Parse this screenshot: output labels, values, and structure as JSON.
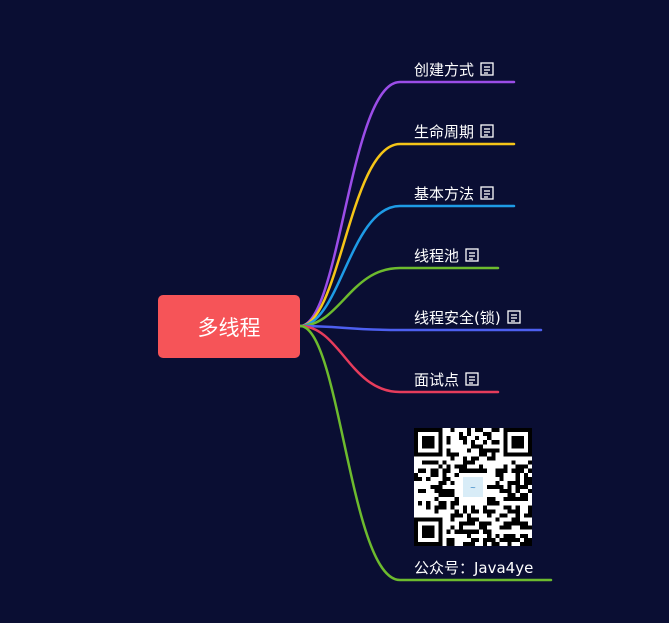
{
  "root": {
    "label": "多线程"
  },
  "branches": [
    {
      "label": "创建方式",
      "color": "#9b4de8",
      "has_note": true
    },
    {
      "label": "生命周期",
      "color": "#f5c518",
      "has_note": true
    },
    {
      "label": "基本方法",
      "color": "#1e9be6",
      "has_note": true
    },
    {
      "label": "线程池",
      "color": "#6dbb2e",
      "has_note": true
    },
    {
      "label": "线程安全(锁)",
      "color": "#4d5ff0",
      "has_note": true
    },
    {
      "label": "面试点",
      "color": "#e63c5c",
      "has_note": true
    },
    {
      "label": "公众号：Java4ye",
      "color": "#6dbb2e",
      "has_note": false,
      "qr_code": true
    }
  ],
  "icons": {
    "note": "note-icon",
    "qr": "qr-code-icon"
  },
  "colors": {
    "background": "#0a0e33",
    "root_fill": "#f65458",
    "text": "#ffffff"
  }
}
